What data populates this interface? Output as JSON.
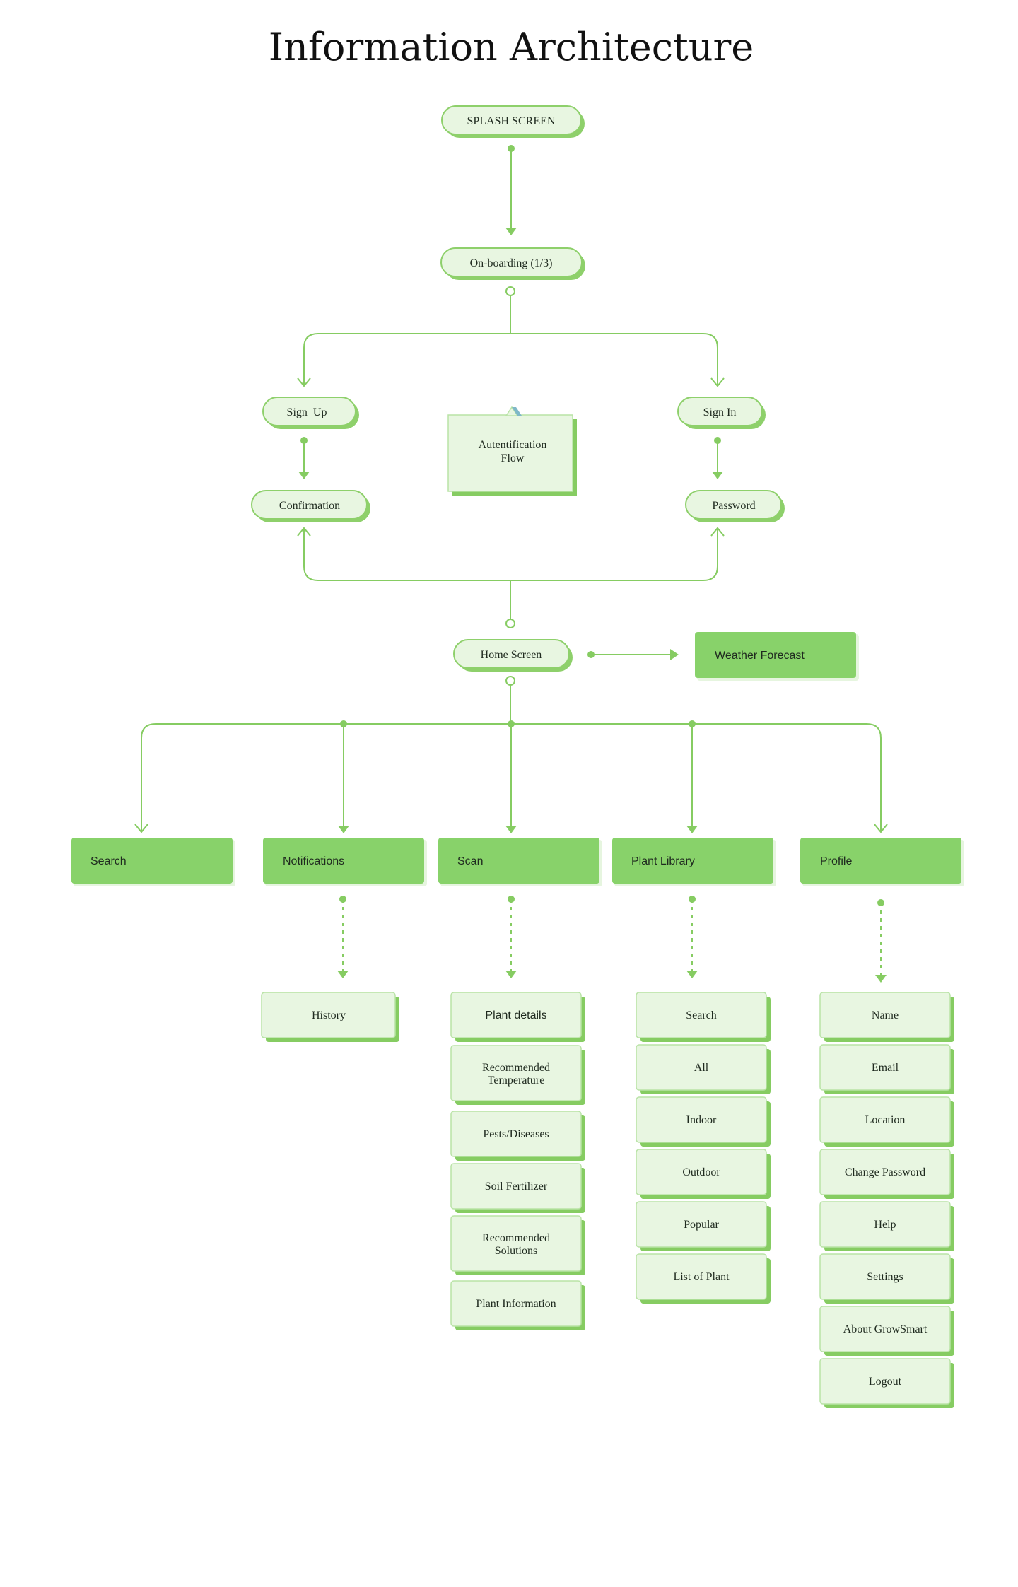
{
  "title": "Information Architecture",
  "auth": {
    "splash": "SPLASH SCREEN",
    "onboarding": "On-boarding (1/3)",
    "sign_up": "Sign  Up",
    "sign_in": "Sign In",
    "confirmation": "Confirmation",
    "password": "Password",
    "note_line1": "Autentification",
    "note_line2": "Flow"
  },
  "home": {
    "home_screen": "Home Screen",
    "weather": "Weather Forecast"
  },
  "sections": {
    "search": "Search",
    "notifications": "Notifications",
    "scan": "Scan",
    "plant_library": "Plant Library",
    "profile": "Profile"
  },
  "notifications_items": [
    "History"
  ],
  "scan_items": [
    [
      "Plant details"
    ],
    [
      "Recommended",
      "Temperature"
    ],
    [
      "Pests/Diseases"
    ],
    [
      "Soil Fertilizer"
    ],
    [
      "Recommended",
      "Solutions"
    ],
    [
      "Plant Information"
    ]
  ],
  "library_items": [
    "Search",
    "All",
    "Indoor",
    "Outdoor",
    "Popular",
    "List of Plant"
  ],
  "profile_items": [
    "Name",
    "Email",
    "Location",
    "Change Password",
    "Help",
    "Settings",
    "About GrowSmart",
    "Logout"
  ]
}
